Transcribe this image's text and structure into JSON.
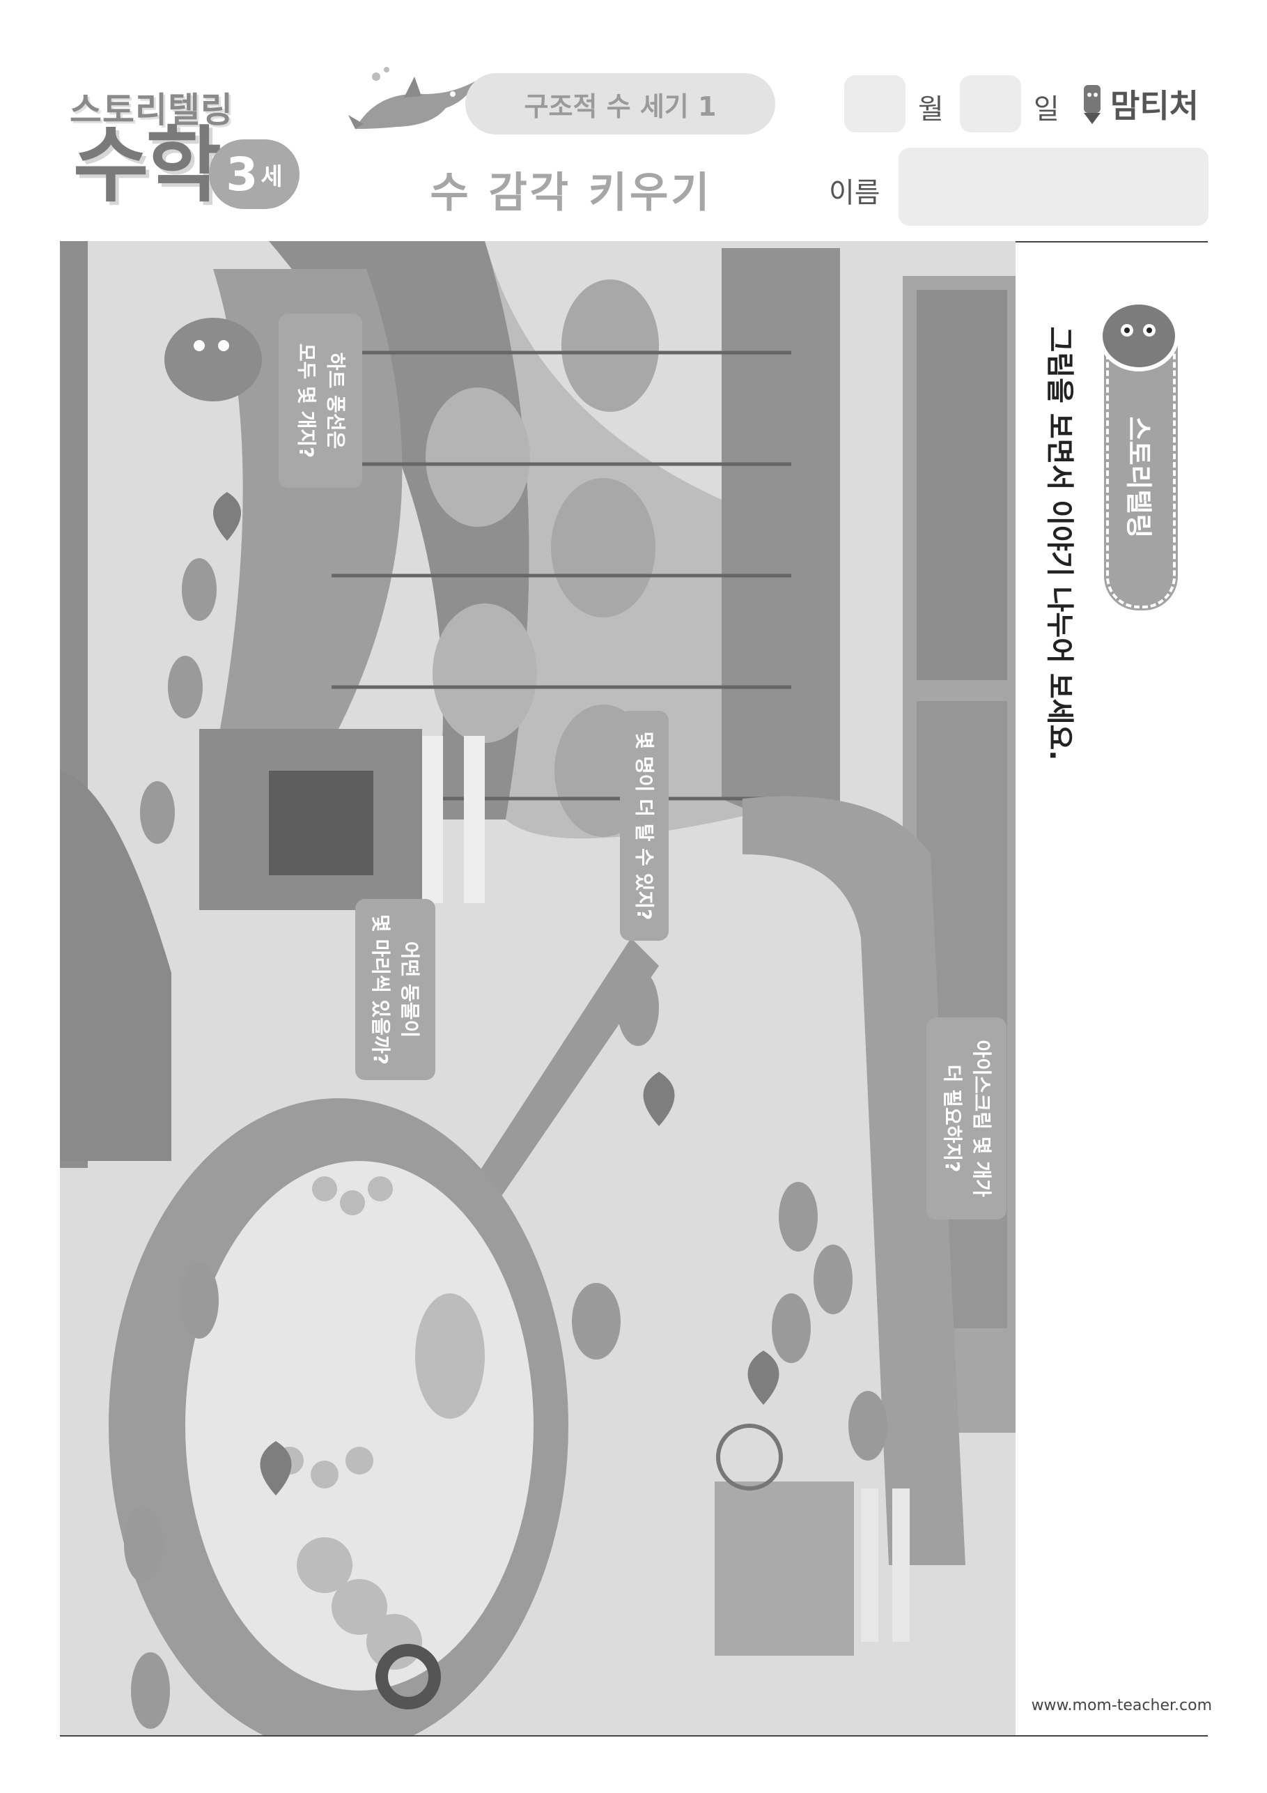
{
  "header": {
    "logo_top": "스토리텔링",
    "logo_main": "수학",
    "age_number": "3",
    "age_unit": "세",
    "topic": "구조적 수 세기 1",
    "subtitle": "수 감각 키우기",
    "month_label": "월",
    "day_label": "일",
    "name_label": "이름",
    "brand": "맘티처"
  },
  "scene": {
    "bubbles": [
      {
        "text": "하트 풍선은\n모두 몇 개지?"
      },
      {
        "text": "몇 명이 더 탈 수 있지?"
      },
      {
        "text": "어떤 동물이\n몇 마리씩 있을까?"
      },
      {
        "text": "아이스크림 몇 개가\n더 필요하지?"
      }
    ]
  },
  "sidebar": {
    "instruction": "그림을 보면서 이야기 나누어 보세요.",
    "story_label": "스토리텔링"
  },
  "footer": {
    "website": "www.mom-teacher.com"
  },
  "colors": {
    "bubble": "#a8a8a8",
    "pill": "#a3a3a3",
    "field": "#ececec"
  }
}
